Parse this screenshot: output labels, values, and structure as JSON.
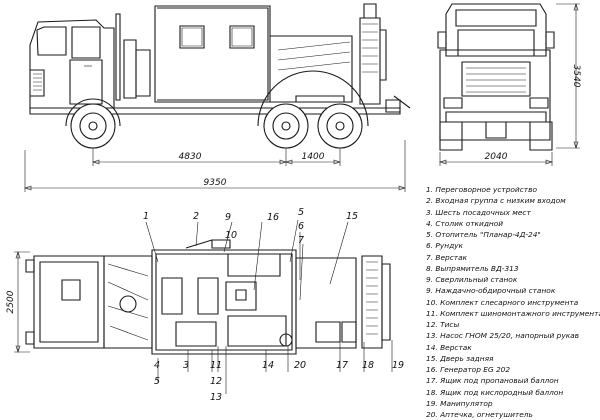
{
  "dimensions": {
    "total_length": "9350",
    "front_to_rear_axle": "4830",
    "rear_axle_spacing": "1400",
    "width": "2040",
    "height": "3540",
    "body_width": "2500"
  },
  "callouts_top": [
    "1",
    "2",
    "9",
    "10",
    "16",
    "5",
    "6",
    "7",
    "15"
  ],
  "callouts_bottom": [
    "4",
    "5",
    "3",
    "11",
    "12",
    "13",
    "14",
    "20",
    "17",
    "18",
    "19"
  ],
  "legend": [
    "1. Переговорное устройство",
    "2. Входная группа с низким входом",
    "3. Шесть посадочных мест",
    "4. Столик откидной",
    "5. Отопитель \"Планар-4Д-24\"",
    "6. Рундук",
    "7. Верстак",
    "8. Выпрямитель ВД-313",
    "9. Сверлильный станок",
    "9. Наждачно-обдирочный станок",
    "10. Комплект слесарного инструмента",
    "11. Комплект шиномонтажного инструмента",
    "12. Тисы",
    "13. Насос ГНОМ 25/20, напорный рукав",
    "14. Верстак",
    "15. Дверь задняя",
    "16. Генератор EG 202",
    "17. Ящик под пропановый баллон",
    "18. Ящик под кислородный баллон",
    "19. Манипулятор",
    "20. Аптечка, огнетушитель"
  ]
}
